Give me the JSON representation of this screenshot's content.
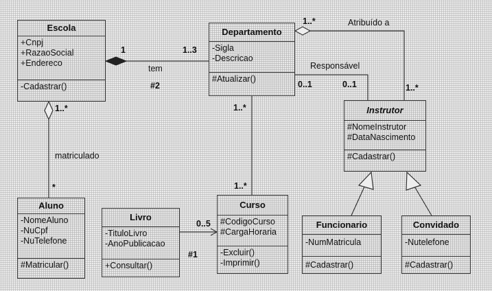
{
  "classes": {
    "escola": {
      "name": "Escola",
      "attributes": [
        "+Cnpj",
        "+RazaoSocial",
        "+Endereco"
      ],
      "methods": [
        "-Cadastrar()"
      ]
    },
    "departamento": {
      "name": "Departamento",
      "attributes": [
        "-Sigla",
        "-Descricao"
      ],
      "methods": [
        "#Atualizar()"
      ]
    },
    "instrutor": {
      "name": "Instrutor",
      "abstract": true,
      "attributes": [
        "#NomeInstrutor",
        "#DataNascimento"
      ],
      "methods": [
        "#Cadastrar()"
      ]
    },
    "aluno": {
      "name": "Aluno",
      "attributes": [
        "-NomeAluno",
        "-NuCpf",
        "-NuTelefone"
      ],
      "methods": [
        "#Matricular()"
      ]
    },
    "livro": {
      "name": "Livro",
      "attributes": [
        "-TituloLivro",
        "-AnoPublicacao"
      ],
      "methods": [
        "+Consultar()"
      ]
    },
    "curso": {
      "name": "Curso",
      "attributes": [
        "#CodigoCurso",
        "#CargaHoraria"
      ],
      "methods": [
        "-Excluir()",
        "-Imprimir()"
      ]
    },
    "funcionario": {
      "name": "Funcionario",
      "attributes": [
        "-NumMatricula"
      ],
      "methods": [
        "#Cadastrar()"
      ]
    },
    "convidado": {
      "name": "Convidado",
      "attributes": [
        "-Nutelefone"
      ],
      "methods": [
        "#Cadastrar()"
      ]
    }
  },
  "labels": {
    "escola_dep_mult_escola": "1",
    "escola_dep_mult_dep": "1..3",
    "escola_dep_name": "tem",
    "note_2": "#2",
    "dep_instr_attr_mult_dep": "1..*",
    "dep_instr_attr_name": "Atribuído a",
    "dep_instr_attr_mult_instr": "1..*",
    "dep_instr_resp_name": "Responsável",
    "dep_instr_resp_mult_dep": "0..1",
    "dep_instr_resp_mult_instr": "0..1",
    "dep_curso_mult_dep": "1..*",
    "dep_curso_mult_curso": "1..*",
    "escola_aluno_mult_escola": "1..*",
    "escola_aluno_name": "matriculado",
    "escola_aluno_mult_aluno": "*",
    "livro_curso_mult": "0..5",
    "note_1": "#1"
  }
}
